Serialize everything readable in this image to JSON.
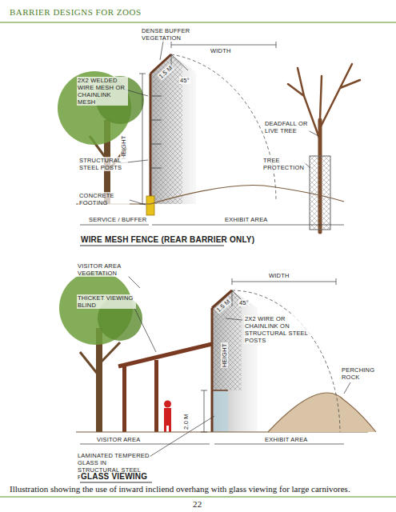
{
  "diagram": {
    "title": "BARRIER DESIGNS FOR ZOOS",
    "caption": "Illustration showing the use of inward incliend overhang with glass viewing for large carnivores.",
    "labels": [
      "DENSE BUFFER VEGETATION",
      "WIDTH",
      "1.5 M",
      "2X2 WELDED WIRE MESH OR CHAINLINK MESH",
      "45°",
      "HEIGHT",
      "STRUCTURAL STEEL POSTS",
      "DEADFALL OR LIVE TREE",
      "TREE PROTECTION",
      "CONCRETE FOOTING",
      "SERVICE / BUFFER",
      "EXHIBIT AREA",
      "WIRE MESH FENCE (REAR BARRIER ONLY)",
      "VISITOR AREA VEGETATION",
      "1.5 M",
      "WIDTH",
      "THICKET VIEWING BLIND",
      "45°",
      "2X2 WIRE OR CHAINLINK ON STRUCTURAL STEEL POSTS",
      "HEIGHT",
      "2.0 M",
      "PERCHING ROCK",
      "VISITOR AREA",
      "EXHIBIT AREA",
      "LAMINATED TEMPERED GLASS IN STRUCTURAL STEEL FRAME",
      "GLASS VIEWING",
      "22"
    ]
  }
}
